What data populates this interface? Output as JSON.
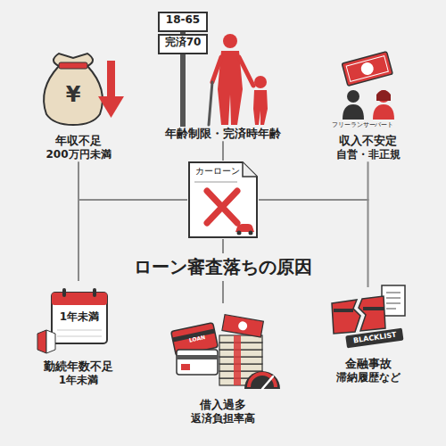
{
  "diagram": {
    "title": "ローン審査落ちの原因",
    "nodes": [
      {
        "text": [
          "カーローン"
        ]
      },
      {
        "text": [
          "年収不足",
          "200万円未満"
        ]
      },
      {
        "text": [
          "年齢制限・完済時年齢"
        ]
      },
      {
        "text": [
          "収入不安定",
          "自営・非正規"
        ]
      },
      {
        "text": [
          "勤続年数不足",
          "1年未満"
        ]
      },
      {
        "text": [
          "借入過多",
          "返済負担率高"
        ]
      },
      {
        "text": [
          "金融事故",
          "滞納履歴など"
        ]
      }
    ],
    "edges": [
      {
        "from": 0,
        "to": 1,
        "arrow": "none"
      },
      {
        "from": 0,
        "to": 2,
        "arrow": "none"
      },
      {
        "from": 0,
        "to": 3,
        "arrow": "none"
      },
      {
        "from": 0,
        "to": 4,
        "arrow": "none"
      },
      {
        "from": 0,
        "to": 5,
        "arrow": "none"
      },
      {
        "from": 0,
        "to": 6,
        "arrow": "none"
      }
    ],
    "labels": [
      "¥",
      "18-65",
      "完済70",
      "フリーランサー",
      "パート",
      "1年未満",
      "LOAN",
      "BLACKLIST"
    ]
  }
}
